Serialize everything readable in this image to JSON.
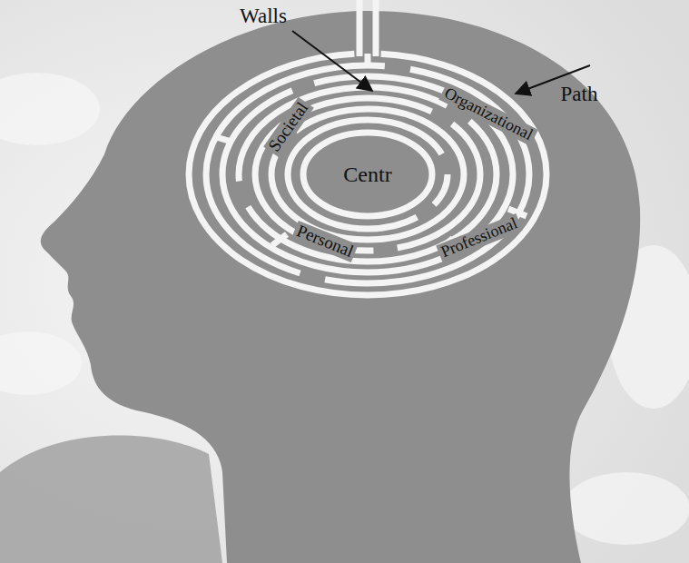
{
  "diagram": {
    "nodes": [
      {
        "text": [
          "Centr"
        ]
      }
    ],
    "labels": [
      "Walls",
      "Path",
      "Societal",
      "Organizational",
      "Personal",
      "Professional"
    ]
  }
}
